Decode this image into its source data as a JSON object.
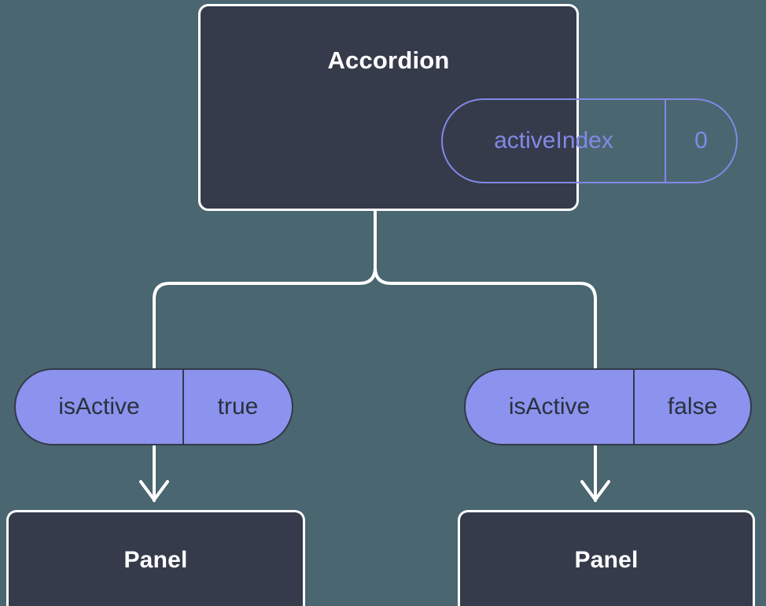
{
  "diagram": {
    "title_text": "Accordion",
    "background_color": "#4a6670",
    "node_fill_color": "#353b4a",
    "node_border_color": "#ffffff",
    "pill_fill_color": "#8b93ee",
    "pill_text_color": "#2b303d",
    "state_pill_color": "#8289e6",
    "edge_color": "#ffffff"
  },
  "root": {
    "label": "Accordion",
    "state": {
      "key": "activeIndex",
      "value": "0"
    }
  },
  "branches": [
    {
      "prop": {
        "key": "isActive",
        "value": "true"
      },
      "child": {
        "label": "Panel"
      }
    },
    {
      "prop": {
        "key": "isActive",
        "value": "false"
      },
      "child": {
        "label": "Panel"
      }
    }
  ]
}
